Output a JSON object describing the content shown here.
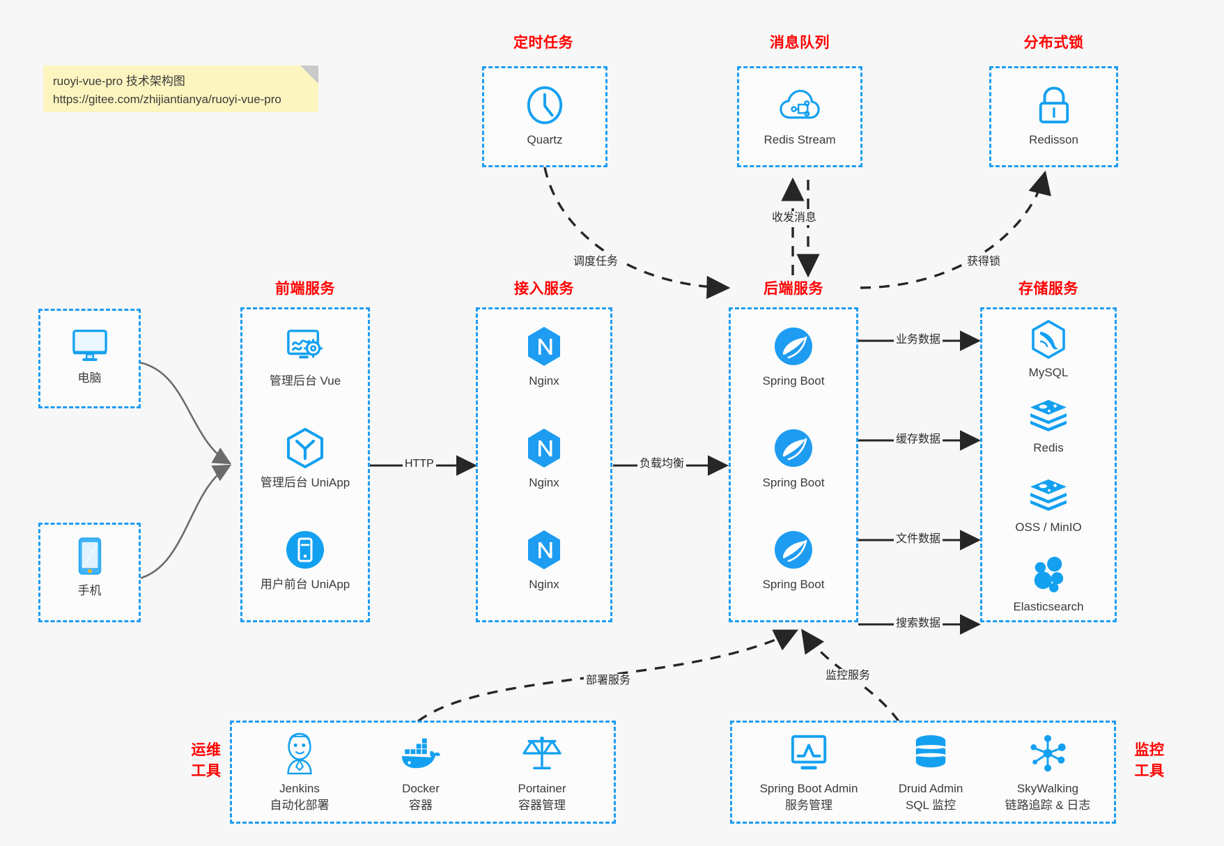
{
  "note": {
    "line1": "ruoyi-vue-pro 技术架构图",
    "line2": "https://gitee.com/zhijiantianya/ruoyi-vue-pro"
  },
  "colors": {
    "accent_blue": "#1e9cf2",
    "caption_red": "#ff0000",
    "icon_blue": "#14a0f0",
    "arrow_black": "#262626",
    "background": "#f7f7f7",
    "note_yellow": "#fdf5bf"
  },
  "groups": {
    "scheduler": {
      "caption": "定时任务",
      "nodes": [
        {
          "label": "Quartz",
          "icon": "clock-icon"
        }
      ]
    },
    "mq": {
      "caption": "消息队列",
      "nodes": [
        {
          "label": "Redis Stream",
          "icon": "cloud-network-icon"
        }
      ]
    },
    "lock": {
      "caption": "分布式锁",
      "nodes": [
        {
          "label": "Redisson",
          "icon": "padlock-icon"
        }
      ]
    },
    "clients": {
      "caption": "",
      "nodes": [
        {
          "label": "电脑",
          "icon": "desktop-computer-icon"
        },
        {
          "label": "手机",
          "icon": "mobile-phone-icon"
        }
      ]
    },
    "frontend": {
      "caption": "前端服务",
      "nodes": [
        {
          "label": "管理后台 Vue",
          "icon": "dashboard-gear-icon"
        },
        {
          "label": "管理后台 UniApp",
          "icon": "uniapp-cube-icon"
        },
        {
          "label": "用户前台 UniApp",
          "icon": "mobile-app-circle-icon"
        }
      ]
    },
    "gateway": {
      "caption": "接入服务",
      "nodes": [
        {
          "label": "Nginx",
          "icon": "nginx-icon"
        },
        {
          "label": "Nginx",
          "icon": "nginx-icon"
        },
        {
          "label": "Nginx",
          "icon": "nginx-icon"
        }
      ]
    },
    "backend": {
      "caption": "后端服务",
      "nodes": [
        {
          "label": "Spring Boot",
          "icon": "spring-boot-icon"
        },
        {
          "label": "Spring Boot",
          "icon": "spring-boot-icon"
        },
        {
          "label": "Spring Boot",
          "icon": "spring-boot-icon"
        }
      ]
    },
    "storage": {
      "caption": "存储服务",
      "nodes": [
        {
          "label": "MySQL",
          "icon": "mysql-dolphin-icon"
        },
        {
          "label": "Redis",
          "icon": "redis-stack-icon"
        },
        {
          "label": "OSS / MinIO",
          "icon": "object-storage-icon"
        },
        {
          "label": "Elasticsearch",
          "icon": "elasticsearch-icon"
        }
      ]
    },
    "devops": {
      "caption": "运维\n工具",
      "caption_line1": "运维",
      "caption_line2": "工具",
      "nodes": [
        {
          "label": "Jenkins",
          "sublabel": "自动化部署",
          "icon": "jenkins-butler-icon"
        },
        {
          "label": "Docker",
          "sublabel": "容器",
          "icon": "docker-whale-icon"
        },
        {
          "label": "Portainer",
          "sublabel": "容器管理",
          "icon": "scales-balance-icon"
        }
      ]
    },
    "monitor": {
      "caption_line1": "监控",
      "caption_line2": "工具",
      "nodes": [
        {
          "label": "Spring Boot Admin",
          "sublabel": "服务管理",
          "icon": "monitor-chart-icon"
        },
        {
          "label": "Druid Admin",
          "sublabel": "SQL 监控",
          "icon": "database-cylinder-icon"
        },
        {
          "label": "SkyWalking",
          "sublabel": "链路追踪 & 日志",
          "icon": "skywalking-node-icon"
        }
      ]
    }
  },
  "edges": {
    "http": "HTTP",
    "load_balance": "负载均衡",
    "schedule_task": "调度任务",
    "send_receive_message": "收发消息",
    "acquire_lock": "获得锁",
    "business_data": "业务数据",
    "cache_data": "缓存数据",
    "file_data": "文件数据",
    "search_data": "搜索数据",
    "deploy_service": "部署服务",
    "monitor_service": "监控服务"
  }
}
